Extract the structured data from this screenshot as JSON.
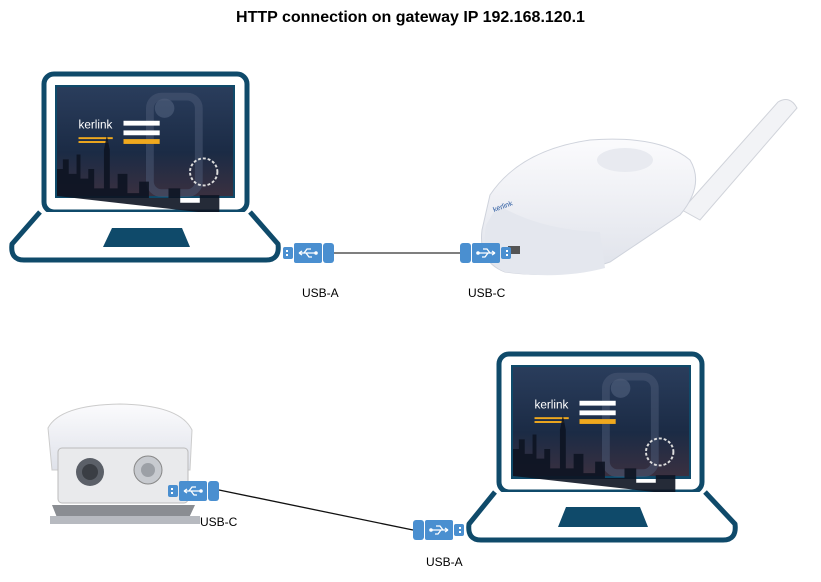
{
  "title": "HTTP connection on gateway IP 192.168.120.1",
  "labels": {
    "top_usb_a": "USB-A",
    "top_usb_c": "USB-C",
    "bottom_usb_c": "USB-C",
    "bottom_usb_a": "USB-A"
  },
  "screen_logo": "kerlink",
  "colors": {
    "laptop": "#0f4a6a",
    "usb": "#4a8fd0",
    "screen": "#1d2f4a",
    "button": "#f0a91e"
  }
}
